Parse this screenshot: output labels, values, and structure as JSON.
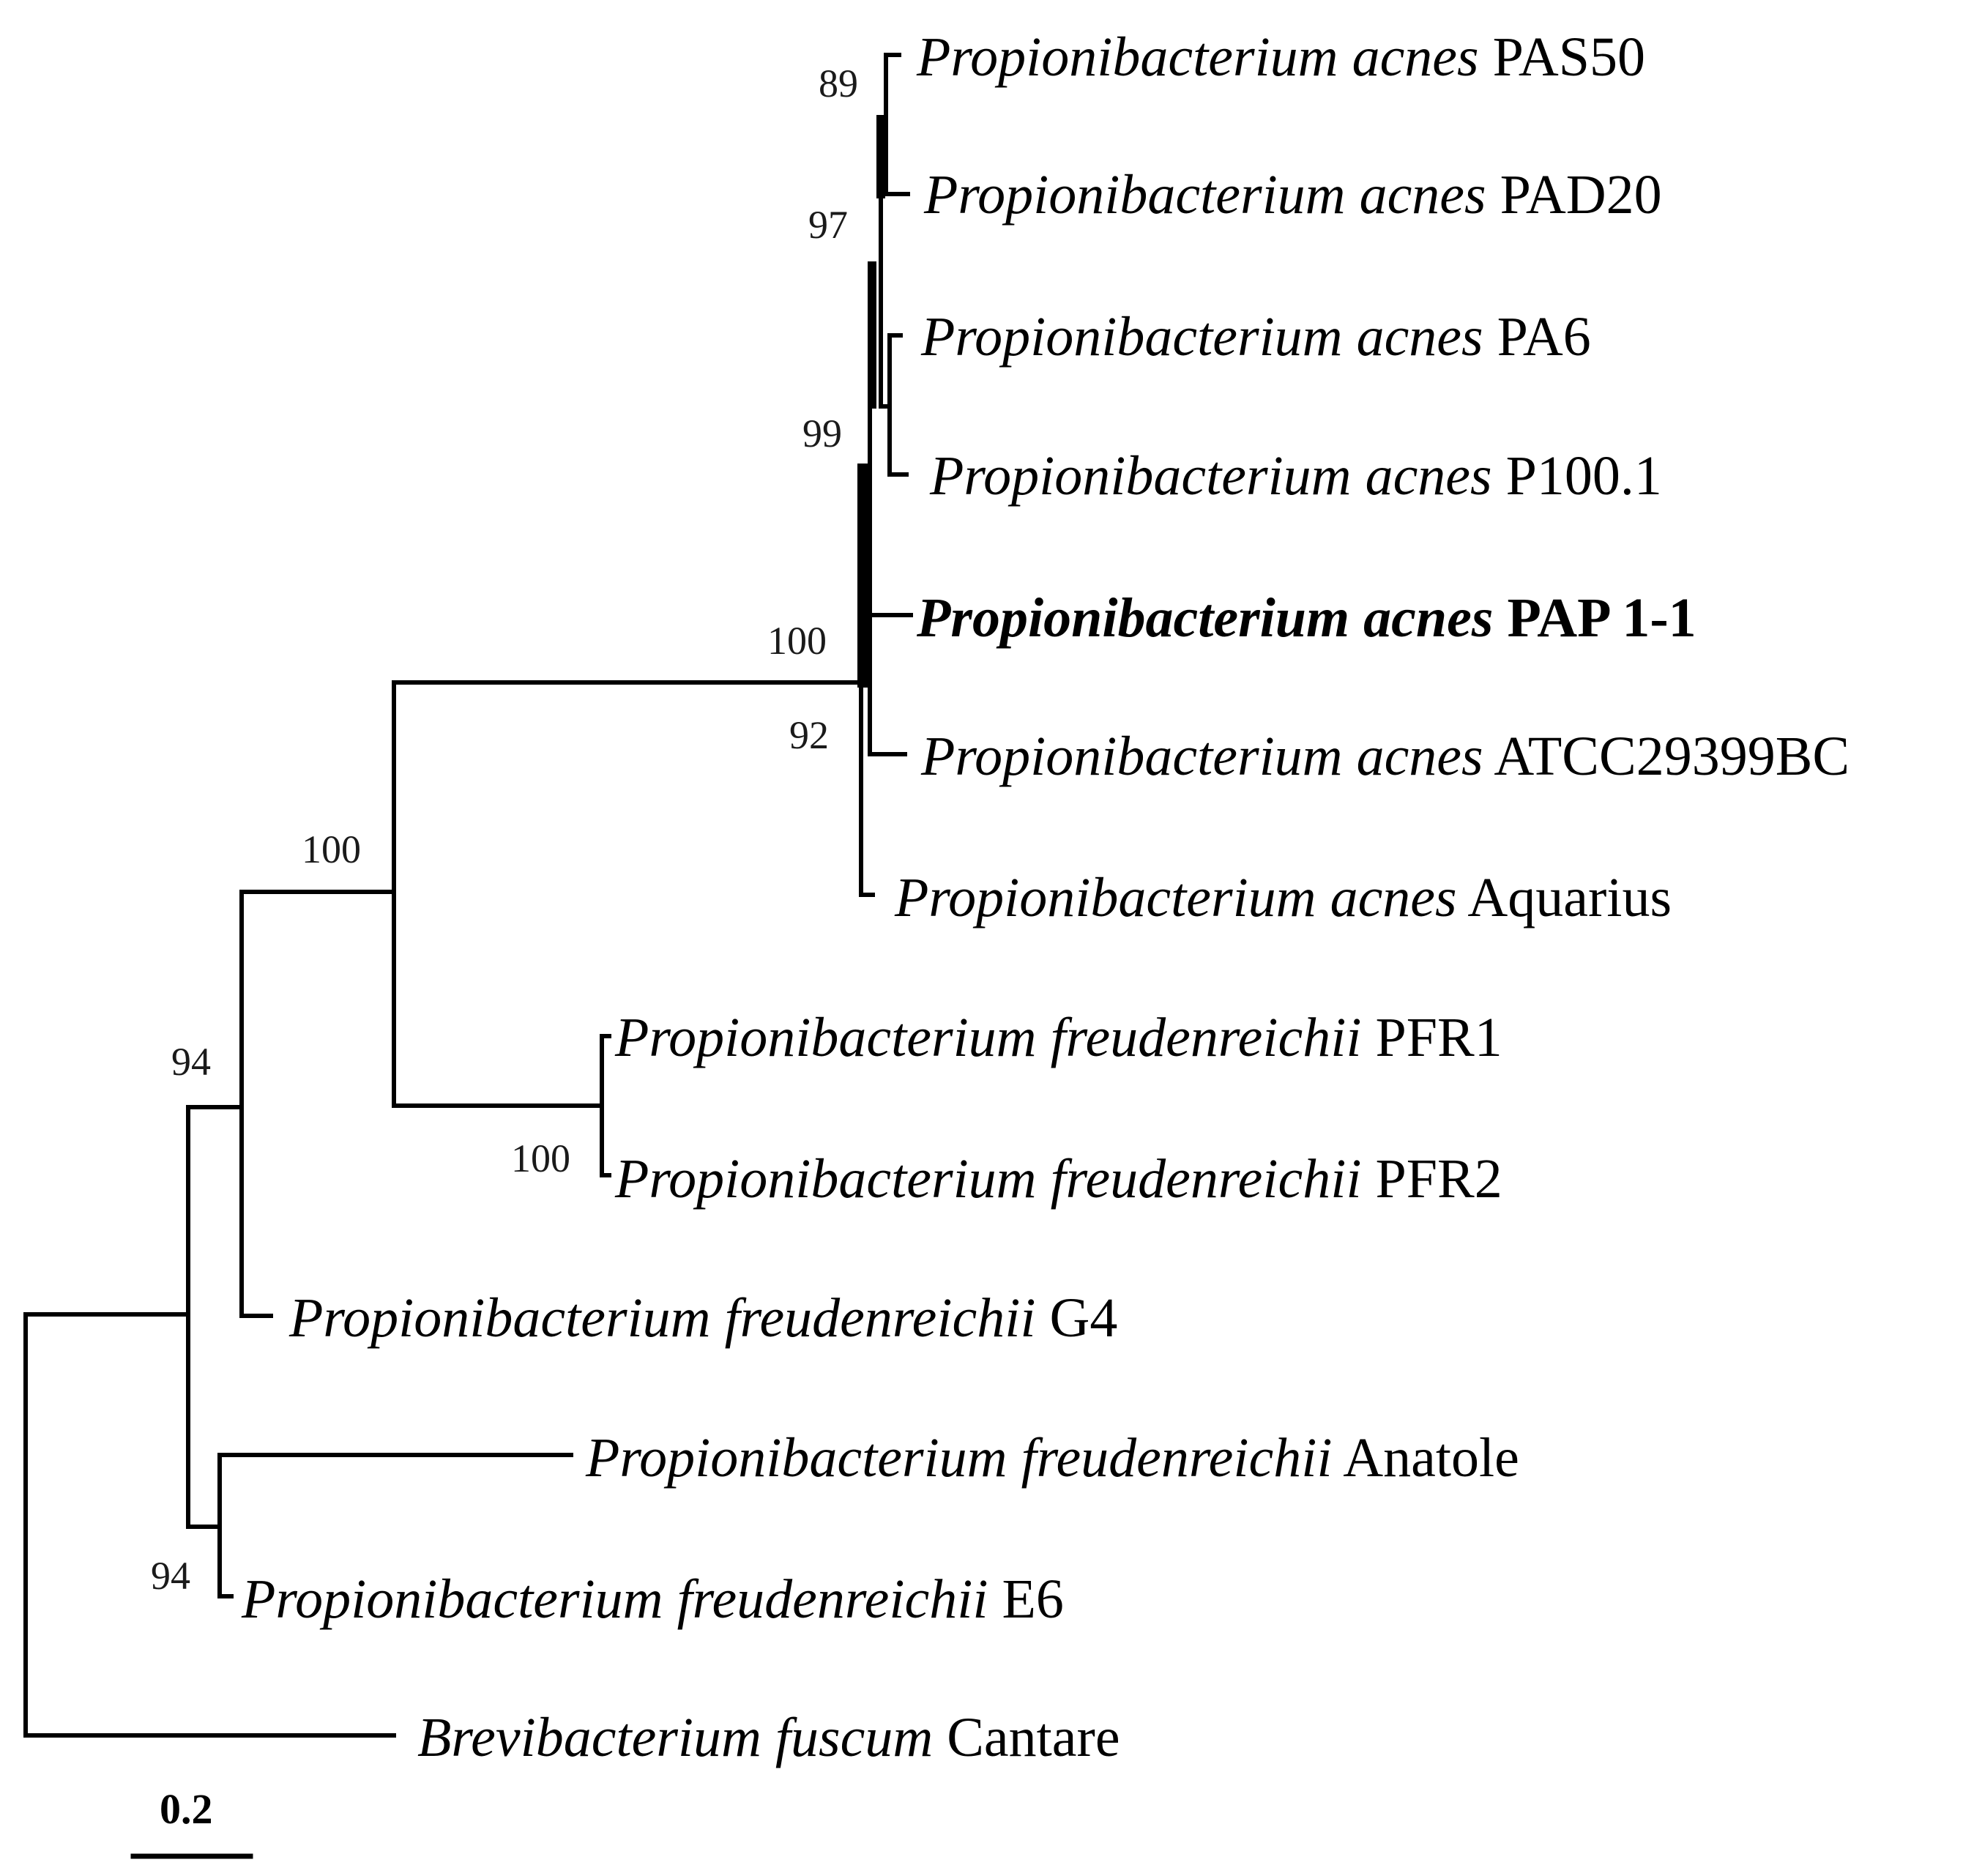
{
  "tree": {
    "taxa": {
      "pas50": {
        "species": "Propionibacterium acnes",
        "strain": "PAS50"
      },
      "pad20": {
        "species": "Propionibacterium acnes",
        "strain": "PAD20"
      },
      "pa6": {
        "species": "Propionibacterium acnes",
        "strain": "PA6"
      },
      "p1001": {
        "species": "Propionibacterium acnes",
        "strain": "P100.1"
      },
      "pap11": {
        "species": "Propionibacterium acnes",
        "strain": "PAP 1-1"
      },
      "atcc": {
        "species": "Propionibacterium acnes",
        "strain": "ATCC29399BC"
      },
      "aquarius": {
        "species": "Propionibacterium acnes",
        "strain": "Aquarius"
      },
      "pfr1": {
        "species": "Propionibacterium freudenreichii",
        "strain": "PFR1"
      },
      "pfr2": {
        "species": "Propionibacterium freudenreichii",
        "strain": "PFR2"
      },
      "g4": {
        "species": "Propionibacterium freudenreichii",
        "strain": "G4"
      },
      "anatole": {
        "species": "Propionibacterium freudenreichii",
        "strain": "Anatole"
      },
      "e6": {
        "species": "Propionibacterium freudenreichii",
        "strain": "E6"
      },
      "cantare": {
        "species": "Brevibacterium fuscum",
        "strain": "Cantare"
      }
    },
    "bootstrap": {
      "pas50_pad20": "89",
      "pa6_p100": "97",
      "acnes_upper": "99",
      "acnes_clade": "100",
      "atcc_node": "92",
      "acnes_pfr": "100",
      "pfr1_pfr2": "100",
      "freud_group": "94",
      "anatole_e6": "94"
    },
    "scale_bar": {
      "label": "0.2",
      "value": 0.2
    }
  }
}
